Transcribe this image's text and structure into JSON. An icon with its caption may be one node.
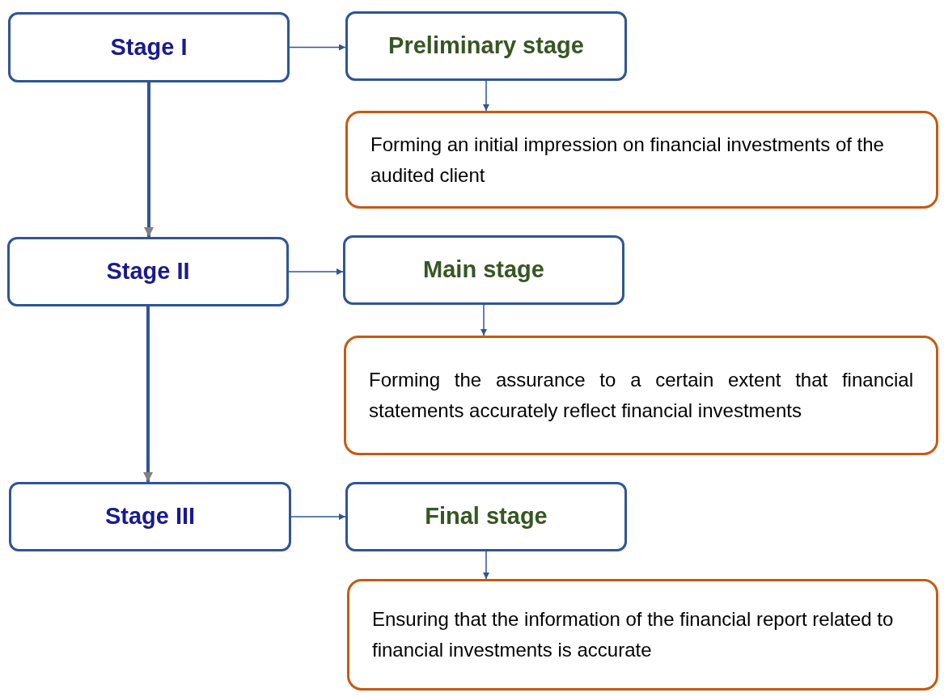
{
  "diagram": {
    "nodes": [
      {
        "text": [
          "Stage I"
        ]
      },
      {
        "text": [
          "Preliminary stage"
        ]
      },
      {
        "text": [
          "Forming an initial impression on financial investments of the audited client"
        ]
      },
      {
        "text": [
          "Stage II"
        ]
      },
      {
        "text": [
          "Main stage"
        ]
      },
      {
        "text": [
          "Forming the assurance to a certain extent that financial statements accurately reflect financial investments"
        ]
      },
      {
        "text": [
          "Stage III"
        ]
      },
      {
        "text": [
          "Final stage"
        ]
      },
      {
        "text": [
          "Ensuring that the information of the financial report related to financial investments is accurate"
        ]
      }
    ],
    "edges": [
      {
        "from": 0,
        "to": 1,
        "arrow": "to"
      },
      {
        "from": 1,
        "to": 2,
        "arrow": "to"
      },
      {
        "from": 0,
        "to": 3,
        "arrow": "to",
        "style": "thick"
      },
      {
        "from": 3,
        "to": 4,
        "arrow": "to"
      },
      {
        "from": 4,
        "to": 5,
        "arrow": "to"
      },
      {
        "from": 3,
        "to": 6,
        "arrow": "to",
        "style": "thick"
      },
      {
        "from": 6,
        "to": 7,
        "arrow": "to"
      },
      {
        "from": 7,
        "to": 8,
        "arrow": "to"
      }
    ]
  }
}
